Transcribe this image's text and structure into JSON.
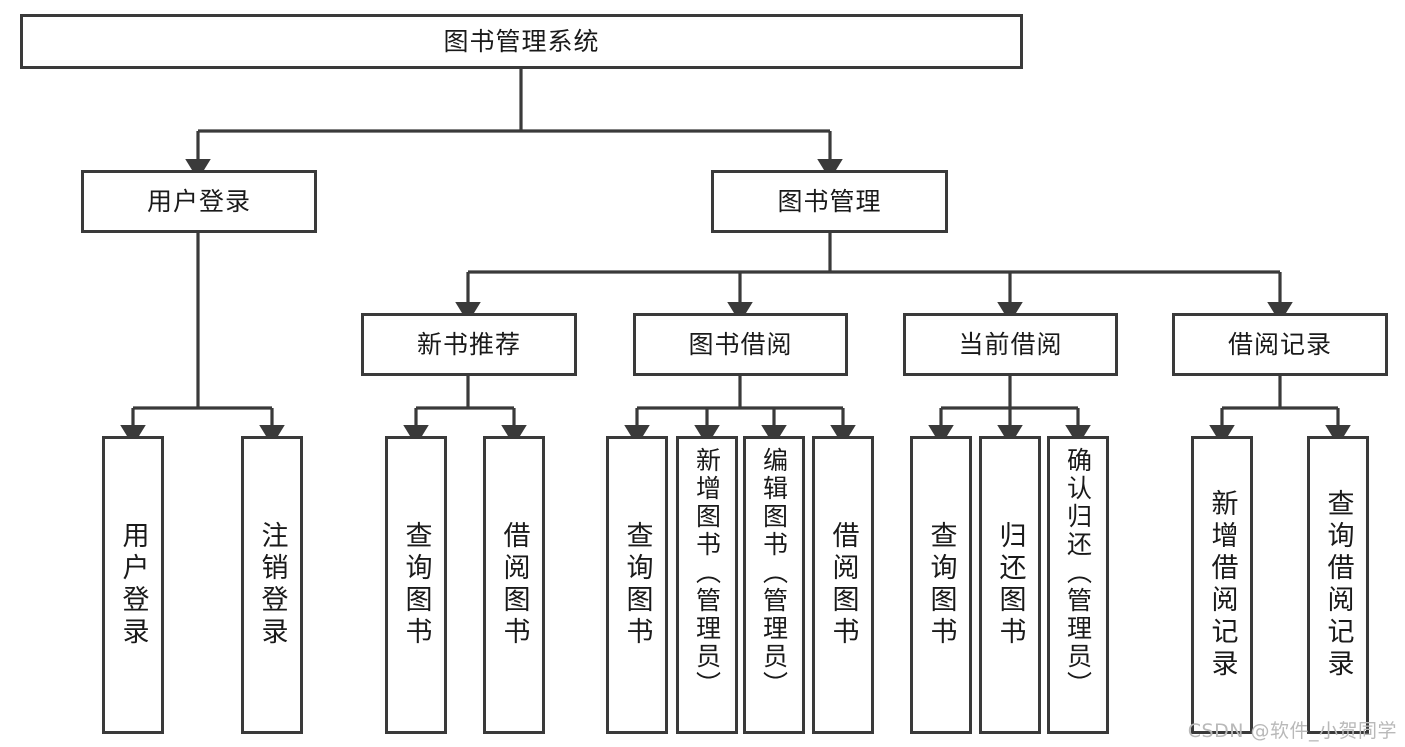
{
  "diagram": {
    "type": "tree-hierarchy",
    "title": "图书管理系统",
    "colors": {
      "box_border": "#3a3a3a",
      "box_fill": "#ffffff",
      "connector": "#3a3a3a",
      "text": "#1a1a1a",
      "watermark": "#b9b9b9"
    },
    "watermark": "CSDN @软件_小贺同学",
    "levels": {
      "root": {
        "label": "图书管理系统"
      },
      "level2": [
        {
          "label": "用户登录"
        },
        {
          "label": "图书管理"
        }
      ],
      "level3": [
        {
          "label": "新书推荐"
        },
        {
          "label": "图书借阅"
        },
        {
          "label": "当前借阅"
        },
        {
          "label": "借阅记录"
        }
      ],
      "leaves_user_login": [
        {
          "label": "用户登录"
        },
        {
          "label": "注销登录"
        }
      ],
      "leaves_new_book": [
        {
          "label": "查询图书"
        },
        {
          "label": "借阅图书"
        }
      ],
      "leaves_borrow": [
        {
          "label": "查询图书"
        },
        {
          "label": "新增图书（管理员）"
        },
        {
          "label": "编辑图书（管理员）"
        },
        {
          "label": "借阅图书"
        }
      ],
      "leaves_current": [
        {
          "label": "查询图书"
        },
        {
          "label": "归还图书"
        },
        {
          "label": "确认归还（管理员）"
        }
      ],
      "leaves_records": [
        {
          "label": "新增借阅记录"
        },
        {
          "label": "查询借阅记录"
        }
      ]
    }
  }
}
